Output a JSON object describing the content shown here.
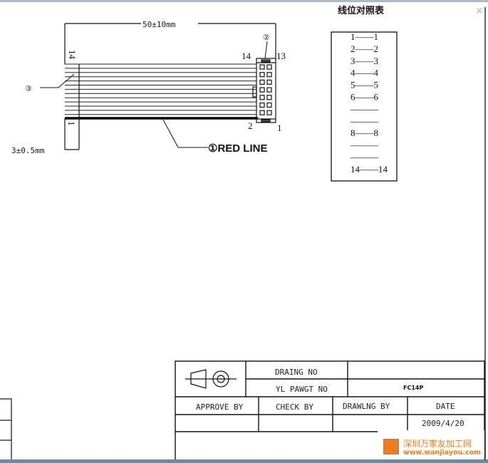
{
  "drawing": {
    "dimension_length": "50±10mm",
    "dimension_strip": "3±0.5mm",
    "label_wire_14": "14",
    "label_wire_1": "1",
    "callout_1": "①RED LINE",
    "callout_2": "②",
    "callout_3": "③",
    "connector_pin_14": "14",
    "connector_pin_13": "13",
    "connector_pin_2": "2",
    "connector_pin_1": "1"
  },
  "pin_table": {
    "title": "线位对照表",
    "rows": [
      "1——1",
      "2——2",
      "3——3",
      "4——4",
      "5——5",
      "6——6",
      "———",
      "———",
      "8——8",
      "———",
      "———",
      "14——14"
    ]
  },
  "title_block": {
    "drawing_no_label": "DRAING NO",
    "drawing_no_value": "",
    "part_no_label": "YL PAWGT NO",
    "part_no_value": "FC14P",
    "approve_by": "APPROVE BY",
    "check_by": "CHECK BY",
    "drawing_by": "DRAWLNG BY",
    "date_label": "DATE",
    "date_value": "2009/4/20"
  },
  "watermark": {
    "name": "深圳万家友加工网",
    "url": "www.wanjiayou.com",
    "color": "#f07d1a"
  }
}
